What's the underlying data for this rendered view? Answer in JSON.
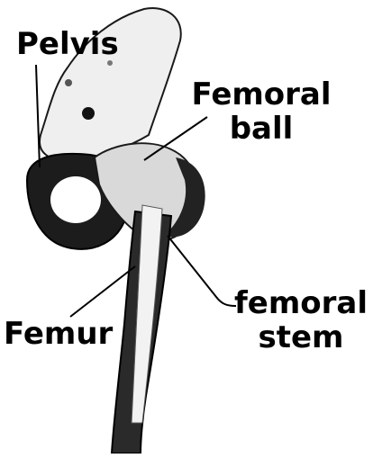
{
  "labels": {
    "pelvis": "Pelvis",
    "femoral_ball_line1": "Femoral",
    "femoral_ball_line2": "ball",
    "femur": "Femur",
    "femoral_stem_line1": "femoral",
    "femoral_stem_line2": "stem"
  },
  "colors": {
    "ink": "#000000",
    "bone_light": "#e9e9e9",
    "bone_shadow": "#3a3a3a",
    "background": "#ffffff"
  }
}
